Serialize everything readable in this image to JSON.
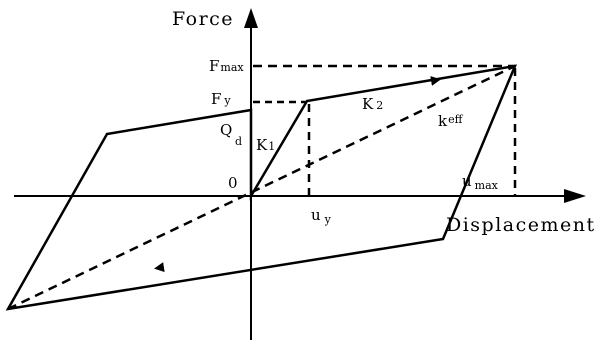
{
  "axes": {
    "y_label": "Force",
    "x_label": "Displacement",
    "origin_label": "0"
  },
  "labels": {
    "f_max": {
      "main": "F",
      "sub": "max"
    },
    "f_y": {
      "main": "F",
      "sub": "y"
    },
    "q_d": {
      "main": "Q",
      "sub": "d"
    },
    "k_1": {
      "main": "K",
      "sub": "1"
    },
    "k_2": {
      "main": "K",
      "sub": "2"
    },
    "k_eff": {
      "main": "k",
      "sub": "eff"
    },
    "u_y": {
      "main": "u",
      "sub": "y"
    },
    "u_max": {
      "main": "u",
      "sub": "max"
    }
  },
  "colors": {
    "stroke": "#000000",
    "background": "#ffffff"
  }
}
